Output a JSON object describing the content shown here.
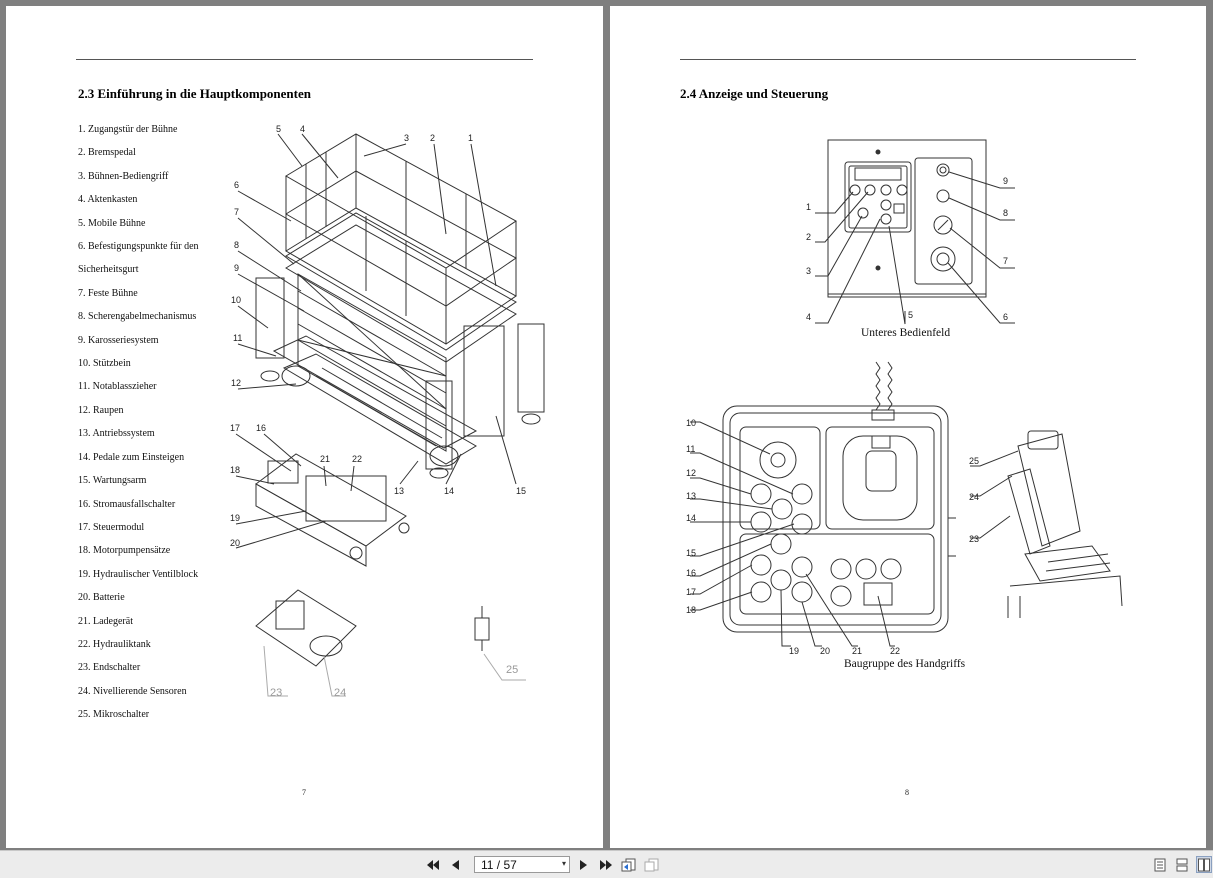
{
  "left_page": {
    "heading": "2.3 Einführung in die Hauptkomponenten",
    "parts": [
      "1. Zugangstür der Bühne",
      "2. Bremspedal",
      "3. Bühnen-Bediengriff",
      "4. Aktenkasten",
      "5. Mobile Bühne",
      "6. Befestigungspunkte für den",
      "Sicherheitsgurt",
      "7. Feste Bühne",
      "8. Scherengabelmechanismus",
      "9. Karosseriesystem",
      "10. Stützbein",
      "11. Notablasszieher",
      "12. Raupen",
      "13. Antriebssystem",
      "14. Pedale zum Einsteigen",
      "15. Wartungsarm",
      "16. Stromausfallschalter",
      "17. Steuermodul",
      "18. Motorpumpensätze",
      "19. Hydraulischer Ventilblock",
      "20. Batterie",
      "21. Ladegerät",
      "22. Hydrauliktank",
      "23. Endschalter",
      "24. Nivellierende Sensoren",
      "25. Mikroschalter"
    ],
    "callouts": [
      "1",
      "2",
      "3",
      "4",
      "5",
      "6",
      "7",
      "8",
      "9",
      "10",
      "11",
      "12",
      "13",
      "14",
      "15",
      "16",
      "17",
      "18",
      "19",
      "20",
      "21",
      "22",
      "23",
      "24",
      "25"
    ],
    "page_number": "7"
  },
  "right_page": {
    "heading": "2.4 Anzeige und Steuerung",
    "caption_lower_panel": "Unteres Bedienfeld",
    "caption_handle": "Baugruppe des Handgriffs",
    "panel_callouts": [
      "1",
      "2",
      "3",
      "4",
      "5",
      "6",
      "7",
      "8",
      "9"
    ],
    "handle_callouts": [
      "10",
      "11",
      "12",
      "13",
      "14",
      "15",
      "16",
      "17",
      "18",
      "19",
      "20",
      "21",
      "22",
      "23",
      "24",
      "25"
    ],
    "page_number": "8"
  },
  "toolbar": {
    "page_display": "11 / 57"
  }
}
